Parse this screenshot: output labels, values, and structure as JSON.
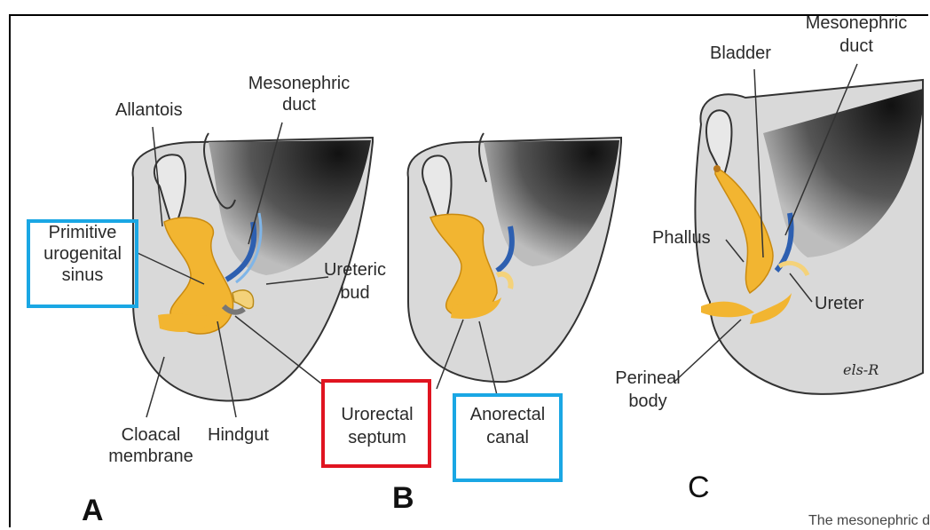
{
  "diagram": {
    "panels": [
      {
        "letter": "A"
      },
      {
        "letter": "B"
      },
      {
        "letter": "C"
      }
    ],
    "labels": {
      "allantois": "Allantois",
      "mesonephric_duct_a_1": "Mesonephric",
      "mesonephric_duct_a_2": "duct",
      "primitive_1": "Primitive",
      "primitive_2": "urogenital",
      "primitive_3": "sinus",
      "ureteric_1": "Ureteric",
      "ureteric_2": "bud",
      "cloacal_1": "Cloacal",
      "cloacal_2": "membrane",
      "hindgut": "Hindgut",
      "urorectal_1": "Urorectal",
      "urorectal_2": "septum",
      "anorectal_1": "Anorectal",
      "anorectal_2": "canal",
      "bladder": "Bladder",
      "mesonephric_duct_c_1": "Mesonephric",
      "mesonephric_duct_c_2": "duct",
      "phallus": "Phallus",
      "ureter": "Ureter",
      "perineal_1": "Perineal",
      "perineal_2": "body",
      "signature": "els-R"
    },
    "caption_fragment": "The mesonephric d",
    "highlight_colors": {
      "blue": "#1aa7e4",
      "red": "#e01420"
    }
  }
}
